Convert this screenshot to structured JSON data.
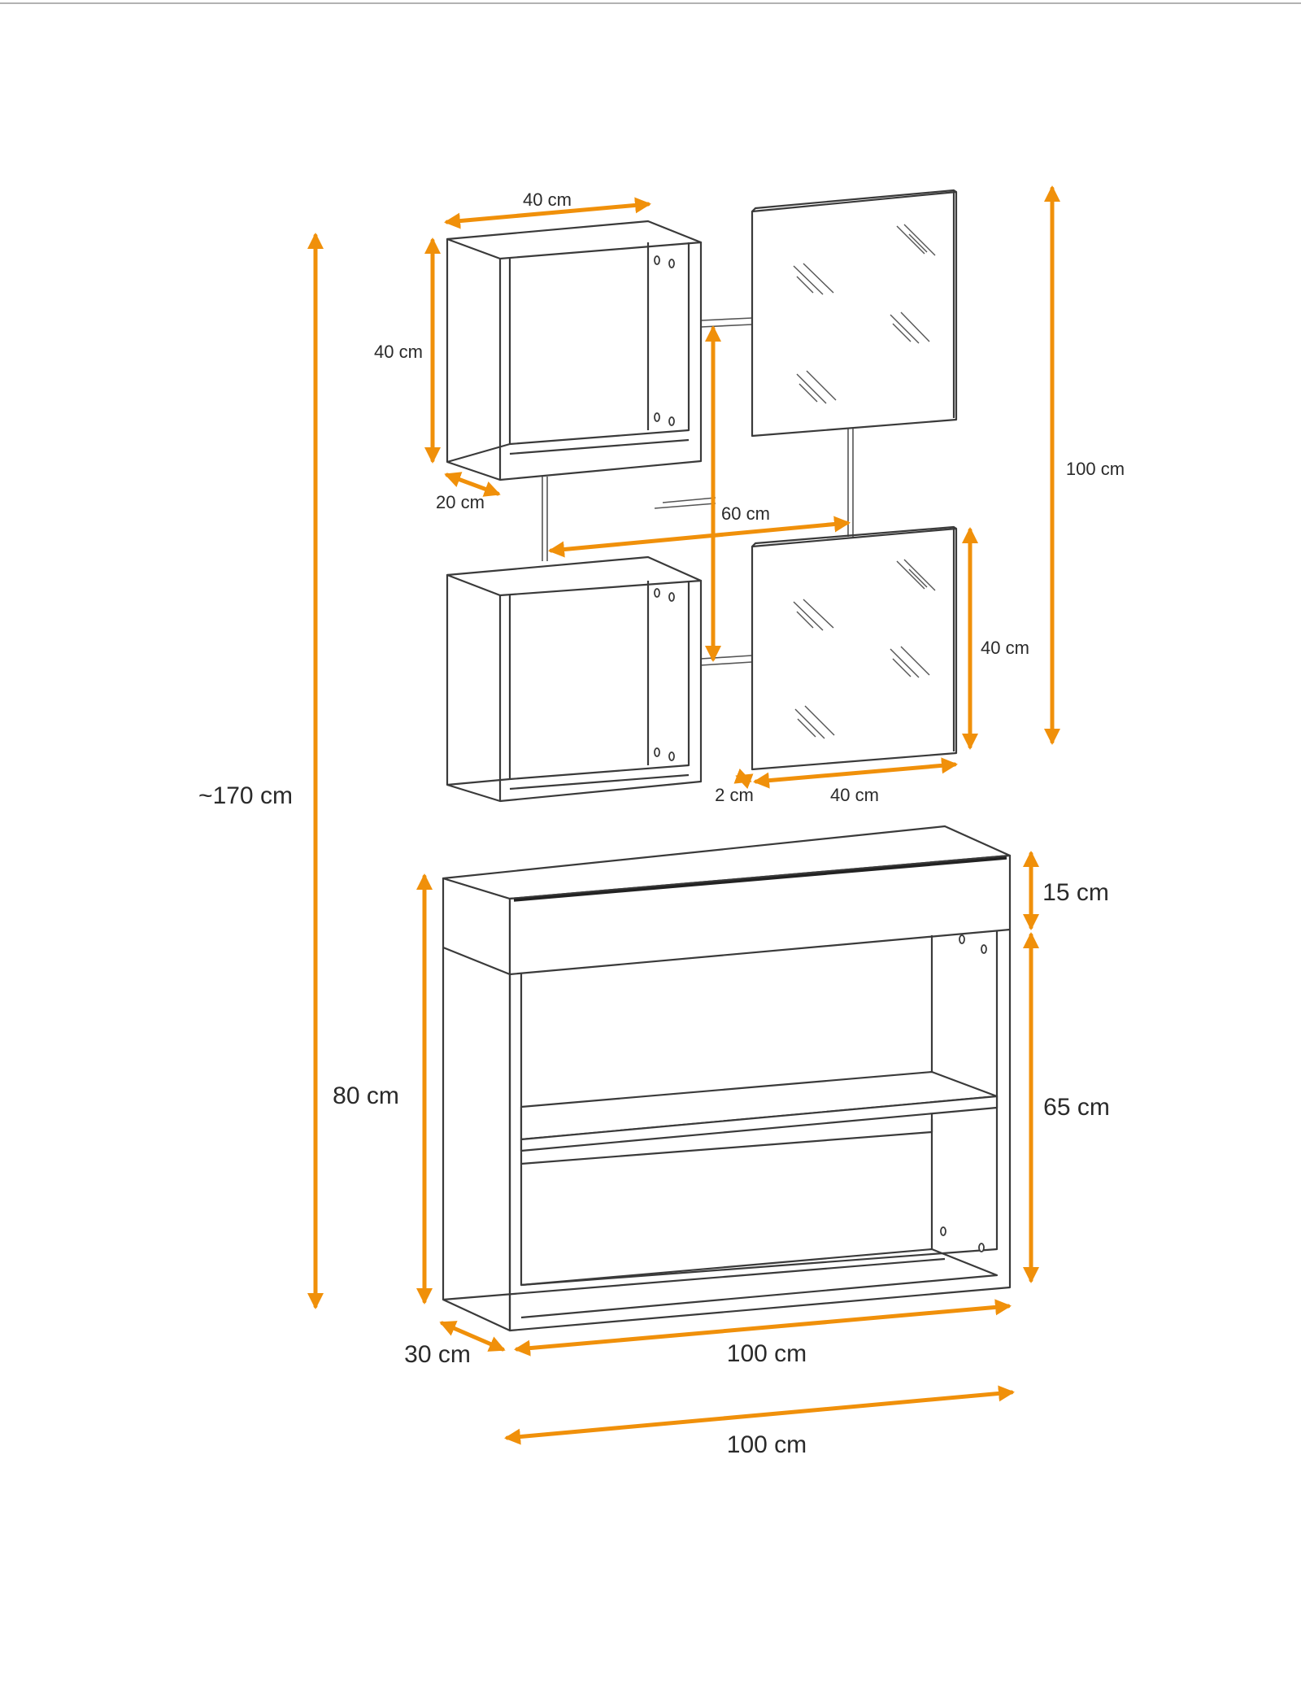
{
  "colors": {
    "dimension": "#F0900A",
    "line": "#3a3a3a",
    "background": "#ffffff"
  },
  "dimensions": {
    "cube_width": "40 cm",
    "cube_height": "40 cm",
    "cube_depth": "20 cm",
    "cube_spacing": "60 cm",
    "mirror_assembly_height": "100 cm",
    "mirror_height": "40 cm",
    "mirror_depth": "2 cm",
    "mirror_width": "40 cm",
    "total_height": "~170 cm",
    "console_height": "80 cm",
    "drawer_height": "15 cm",
    "open_section_height": "65 cm",
    "console_depth": "30 cm",
    "console_width": "100 cm",
    "overall_width": "100 cm"
  }
}
